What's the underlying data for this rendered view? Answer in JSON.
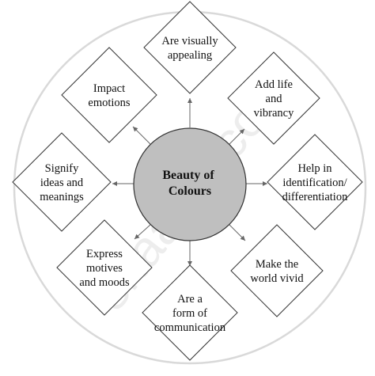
{
  "center": {
    "lines": [
      "Beauty of",
      "Colours"
    ],
    "fill": "#bfbfbf"
  },
  "watermark": {
    "text": "shaalaa.com"
  },
  "nodes": [
    {
      "id": "top",
      "lines": [
        "Are visually",
        "appealing"
      ]
    },
    {
      "id": "top-right",
      "lines": [
        "Add life",
        "and",
        "vibrancy"
      ]
    },
    {
      "id": "right",
      "lines": [
        "Help in",
        "identification/",
        "differentiation"
      ]
    },
    {
      "id": "bottom-right",
      "lines": [
        "Make the",
        "world vivid"
      ]
    },
    {
      "id": "bottom",
      "lines": [
        "Are a",
        "form of",
        "communication"
      ]
    },
    {
      "id": "bottom-left",
      "lines": [
        "Express",
        "motives",
        "and moods"
      ]
    },
    {
      "id": "left",
      "lines": [
        "Signify",
        "ideas and",
        "meanings"
      ]
    },
    {
      "id": "top-left",
      "lines": [
        "Impact",
        "emotions"
      ]
    }
  ]
}
